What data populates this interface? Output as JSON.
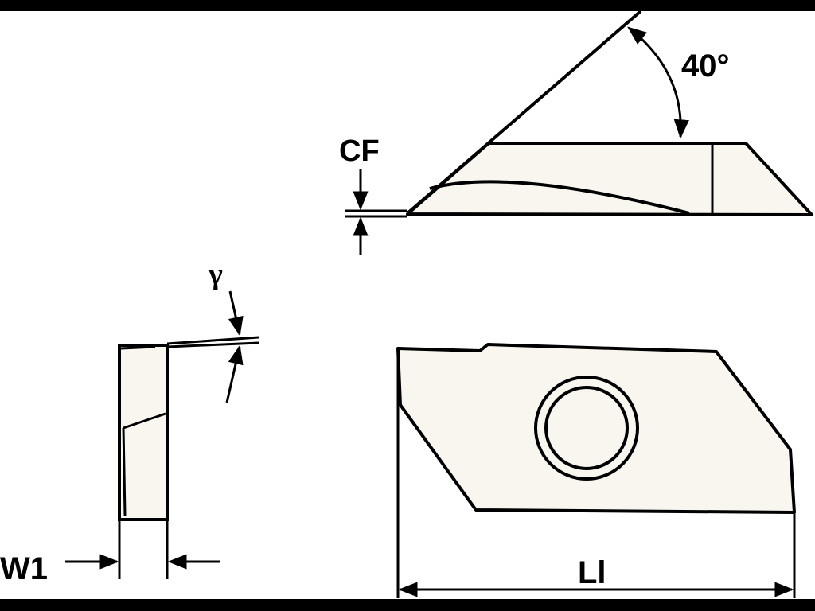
{
  "labels": {
    "angle": "40°",
    "cf": "CF",
    "gamma": "γ",
    "w1": "W1",
    "li": "Ll"
  },
  "colors": {
    "border": "#000000",
    "fill": "#f8f6ee",
    "line": "#000000",
    "background": "#ffffff"
  }
}
